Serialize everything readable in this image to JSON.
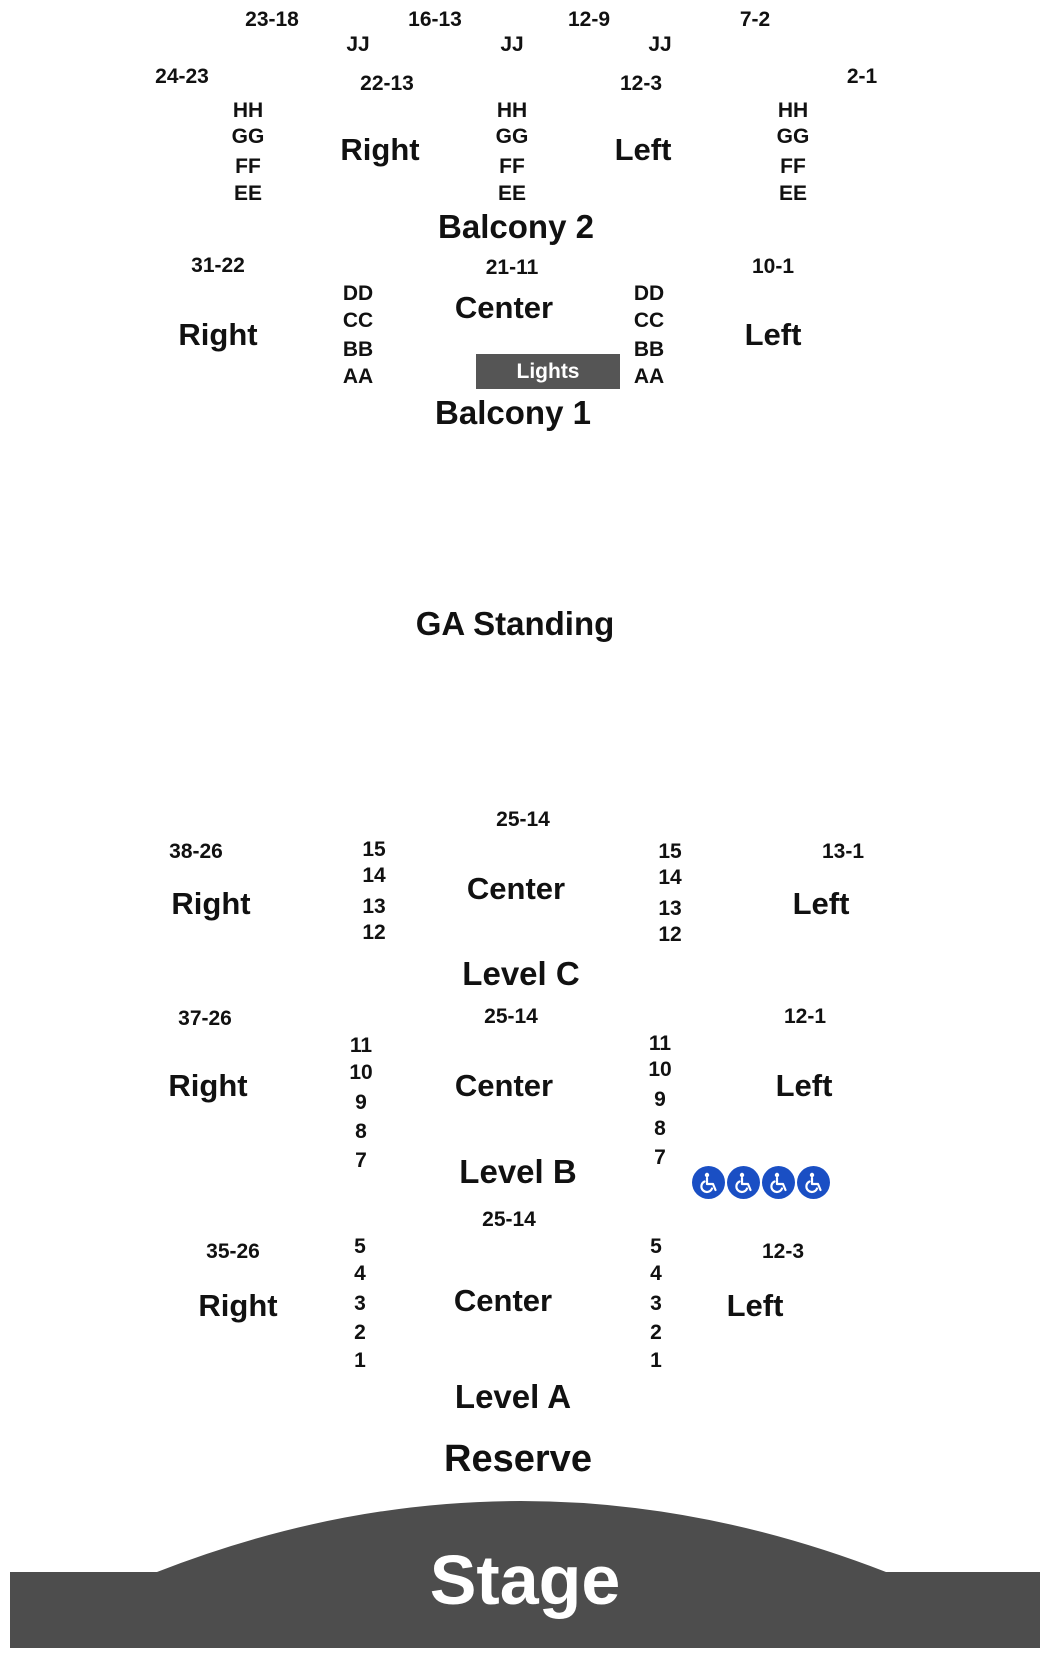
{
  "balcony2": {
    "title": "Balcony 2",
    "right": "Right",
    "left": "Left",
    "row_jj": "JJ",
    "rows": [
      "HH",
      "GG",
      "FF",
      "EE"
    ],
    "seats": {
      "jj_far_right": "23-18",
      "jj_center_right": "16-13",
      "jj_center_left": "12-9",
      "jj_far_left": "7-2",
      "far_right": "24-23",
      "right": "22-13",
      "left": "12-3",
      "far_left": "2-1"
    }
  },
  "balcony1": {
    "title": "Balcony 1",
    "right": "Right",
    "center": "Center",
    "left": "Left",
    "rows": [
      "DD",
      "CC",
      "BB",
      "AA"
    ],
    "lights": "Lights",
    "seats": {
      "right": "31-22",
      "center": "21-11",
      "left": "10-1"
    }
  },
  "ga": {
    "title": "GA Standing"
  },
  "levelC": {
    "title": "Level C",
    "right": "Right",
    "center": "Center",
    "left": "Left",
    "rows": [
      "15",
      "14",
      "13",
      "12"
    ],
    "seats": {
      "right": "38-26",
      "center": "25-14",
      "left": "13-1"
    }
  },
  "levelB": {
    "title": "Level B",
    "right": "Right",
    "center": "Center",
    "left": "Left",
    "rows": [
      "11",
      "10",
      "9",
      "8",
      "7"
    ],
    "seats": {
      "right": "37-26",
      "center": "25-14",
      "left": "12-1"
    },
    "accessible_icon": "wheelchair-icon",
    "accessible_count": 4,
    "accessible_color": "#1a4fc4"
  },
  "levelA": {
    "title": "Level A",
    "right": "Right",
    "center": "Center",
    "left": "Left",
    "rows": [
      "5",
      "4",
      "3",
      "2",
      "1"
    ],
    "seats": {
      "right": "35-26",
      "center": "25-14",
      "left": "12-3"
    }
  },
  "reserve": {
    "title": "Reserve"
  },
  "stage": {
    "title": "Stage",
    "color": "#4d4d4d"
  }
}
